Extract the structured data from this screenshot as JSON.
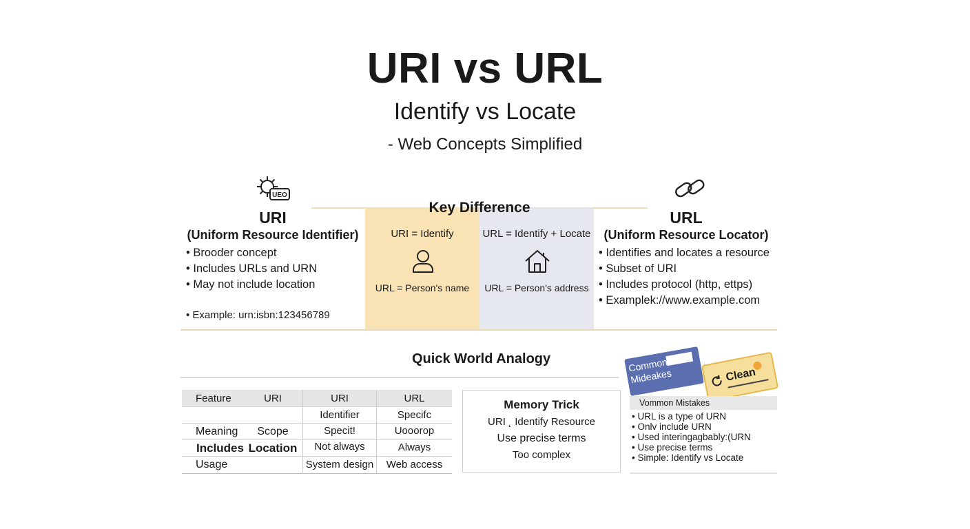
{
  "header": {
    "title": "URI vs URL",
    "subtitle": "Identify vs Locate",
    "tagline": "- Web Concepts Simplified"
  },
  "uri": {
    "title": "URI",
    "full_name": "(Uniform Resource Identifier)",
    "points": [
      "Brooder concept",
      "Includes URLs and URN",
      "May not include location"
    ],
    "example": "Example: urn:isbn:123456789",
    "icon": "gear-tag-icon"
  },
  "url": {
    "title": "URL",
    "full_name": "(Uniform Resource Locator)",
    "points": [
      "Identifies and locates a resource",
      "Subset of URI",
      "Includes protocol (http, ettps)",
      "Examplek://www.example.com"
    ],
    "icon": "link-icon"
  },
  "key_difference": {
    "title": "Key Difference",
    "left_label": "URI = Identify",
    "right_label": "URL = Identify + Locate",
    "left_caption": "URL = Person's name",
    "right_caption": "URL = Person's address",
    "left_icon": "person-icon",
    "right_icon": "house-icon"
  },
  "analogy": {
    "title": "Quick World Analogy",
    "table": {
      "headers": [
        "Feature",
        "URI",
        "URI",
        "URL"
      ],
      "rows": [
        [
          "",
          "",
          "Identifier",
          "Specifc"
        ],
        [
          "Meaning",
          "Scope",
          "Specit!",
          "Uooorop"
        ],
        [
          "Includes",
          "Location",
          "Not always",
          "Always"
        ],
        [
          "Usage",
          "",
          "System design",
          "Web access"
        ]
      ]
    }
  },
  "memory_trick": {
    "title": "Memory Trick",
    "lines": [
      "URI ˛ Identify Resource",
      "Use precise terms",
      "Too complex"
    ]
  },
  "mistakes": {
    "card_label": "Common Mideakes",
    "clean_label": "Clean",
    "bar_title": "Vommon Mistakes",
    "points": [
      "URL is a type of URN",
      "Onlv include URN",
      "Used interingagbably:(URN",
      "Use precise terms",
      "Simple: Identify vs Locate"
    ]
  },
  "colors": {
    "identify_column": "#f9e2b4",
    "locate_column": "#e6e8ef",
    "mistakes_card": "#5b6fb0",
    "clean_card": "#f6df9c"
  }
}
